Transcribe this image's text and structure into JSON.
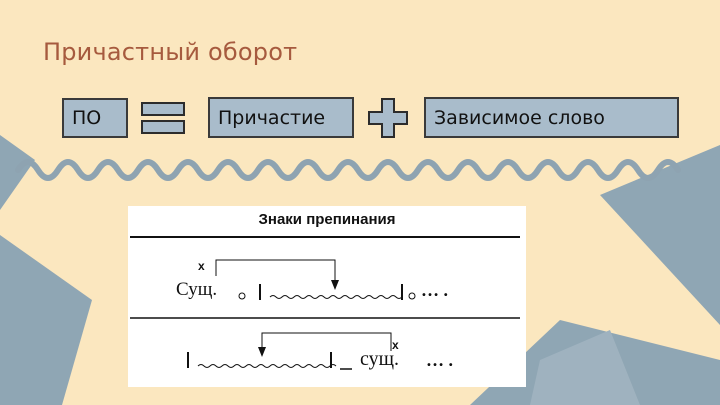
{
  "title": "Причастный оборот",
  "formula": {
    "left_box": "ПО",
    "equals_icon": "equals-icon",
    "middle_box": "Причастие",
    "plus_icon": "plus-icon",
    "right_box": "Зависимое слово"
  },
  "panel": {
    "heading": "Знаки препинания",
    "scheme1": {
      "mark": "х",
      "noun": "Сущ.",
      "ellipsis": "…  ."
    },
    "scheme2": {
      "mark": "х",
      "noun": "сущ.",
      "ellipsis": "…  ."
    }
  },
  "colors": {
    "background": "#fbe7bf",
    "title": "#a65a3e",
    "box_fill": "#a9bccb",
    "accent_shapes": "#8fa6b4",
    "operator_fill": "#a9bccb"
  }
}
